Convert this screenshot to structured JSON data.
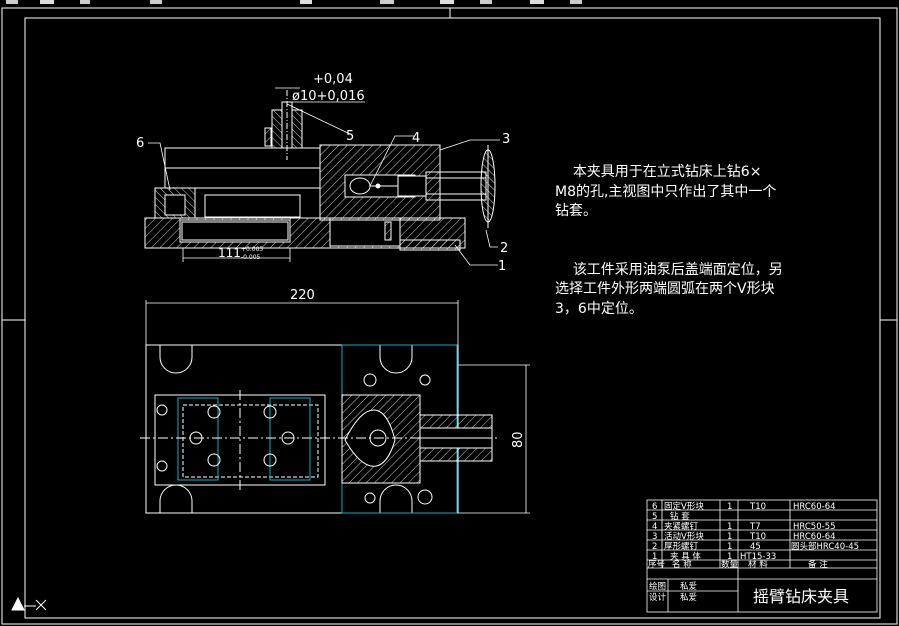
{
  "top_toolbar": {
    "icons": [
      "new-icon",
      "open-icon",
      "save-icon",
      "print-icon",
      "undo-icon",
      "redo-icon",
      "pan-icon",
      "zoom-icon",
      "properties-icon",
      "layer-icon"
    ]
  },
  "front_view": {
    "tolerance_upper": "+0,04",
    "diameter_dim": "ø10+0,016",
    "length_dim": "111",
    "length_tol_upper": "+0.005",
    "length_tol_lower": "-0.005",
    "callouts": [
      "1",
      "2",
      "3",
      "4",
      "5",
      "6"
    ]
  },
  "top_view": {
    "width_dim": "220",
    "height_dim": "80"
  },
  "note": {
    "paragraph1": "    本夹具用于在立式钻床上钻6× M8的孔,主视图中只作出了其中一个钻套。",
    "paragraph2": "    该工件采用油泵后盖端面定位，另选择工件外形两端圆弧在两个V形块3，6中定位。"
  },
  "parts_list": {
    "rows": [
      {
        "no": "6",
        "name": "固定V形块",
        "qty": "1",
        "material": "T10",
        "remark": "HRC60-64"
      },
      {
        "no": "5",
        "name": "钻  套",
        "qty": "",
        "material": "",
        "remark": ""
      },
      {
        "no": "4",
        "name": "夹紧螺钉",
        "qty": "1",
        "material": "T7",
        "remark": "HRC50-55"
      },
      {
        "no": "3",
        "name": "活动V形块",
        "qty": "1",
        "material": "T10",
        "remark": "HRC60-64"
      },
      {
        "no": "2",
        "name": "厚形螺钉",
        "qty": "1",
        "material": "45",
        "remark": "圆头部HRC40-45"
      },
      {
        "no": "1",
        "name": "夹 具 体",
        "qty": "1",
        "material": "HT15-33",
        "remark": ""
      }
    ],
    "headers": {
      "no": "序号",
      "name": "名  称",
      "qty": "数量",
      "material": "材  料",
      "remark": "备  注"
    },
    "roles": [
      {
        "role": "绘图",
        "name": "私爱"
      },
      {
        "role": "设计",
        "name": "私爱"
      }
    ],
    "title": "摇臂钻床夹具"
  },
  "colors": {
    "line": "#ffffff",
    "cyan": "#00b4c8",
    "background": "#000000"
  }
}
